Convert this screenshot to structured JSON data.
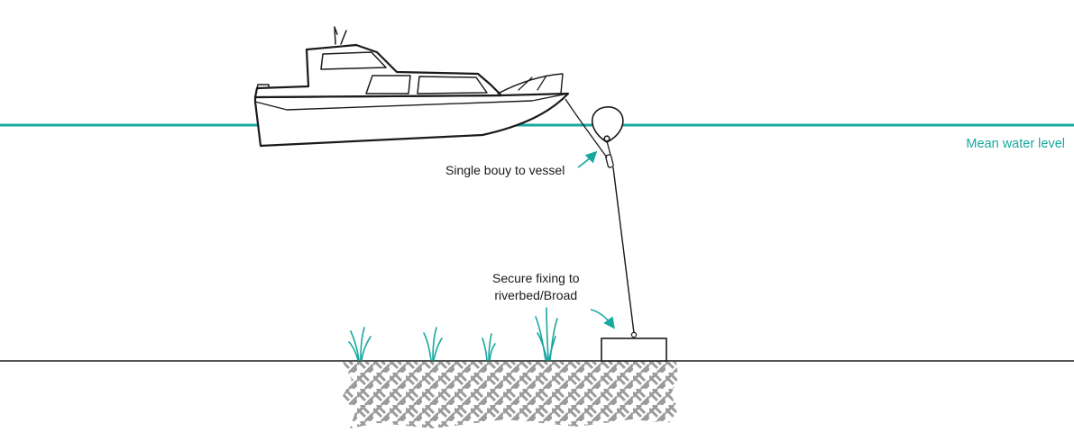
{
  "labels": {
    "water_level": "Mean water level",
    "buoy": "Single bouy to vessel",
    "fixing_line1": "Secure fixing to",
    "fixing_line2": "riverbed/Broad"
  },
  "icons": {
    "boat": "motor-cruiser-icon",
    "buoy": "mooring-buoy-icon",
    "anchor_block": "riverbed-block-icon",
    "reeds": "reed-icon"
  },
  "colors": {
    "water": "#17a8a0",
    "line": "#1a1a1a",
    "accent_arrow": "#17a8a0",
    "ground_fill": "#a9a9a9"
  }
}
